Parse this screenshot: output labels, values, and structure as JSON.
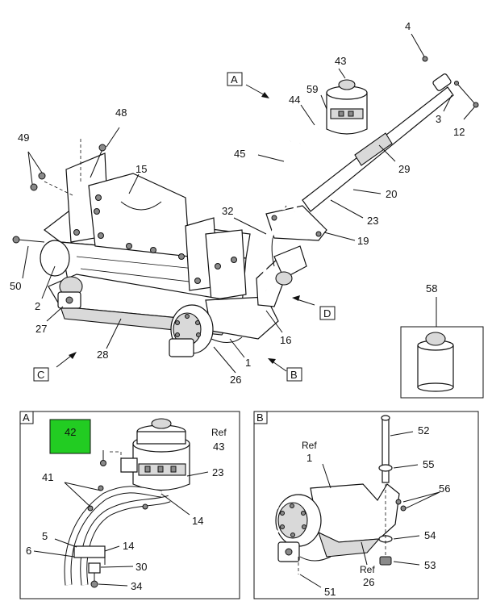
{
  "callouts": {
    "c4": "4",
    "c43": "43",
    "c44": "44",
    "c59": "59",
    "c3": "3",
    "c12": "12",
    "c48": "48",
    "c15": "15",
    "c45": "45",
    "c29": "29",
    "c49": "49",
    "c20": "20",
    "c32": "32",
    "c23": "23",
    "c19": "19",
    "c50": "50",
    "c2": "2",
    "c27": "27",
    "c28": "28",
    "c16": "16",
    "c1": "1",
    "c26": "26",
    "c58": "58"
  },
  "view_labels": {
    "a": "A",
    "b": "B",
    "c": "C",
    "d": "D"
  },
  "detail_a": {
    "tag": "A",
    "highlight_number": "42",
    "highlight_color": "#22cc22",
    "ref": "Ref",
    "ref_number": "43",
    "c23": "23",
    "c41": "41",
    "c14a": "14",
    "c5": "5",
    "c14b": "14",
    "c6": "6",
    "c30": "30",
    "c34": "34"
  },
  "detail_b": {
    "tag": "B",
    "ref1": "Ref",
    "ref1_number": "1",
    "ref2": "Ref",
    "ref2_number": "26",
    "c52": "52",
    "c55": "55",
    "c56": "56",
    "c54": "54",
    "c53": "53",
    "c51": "51"
  }
}
